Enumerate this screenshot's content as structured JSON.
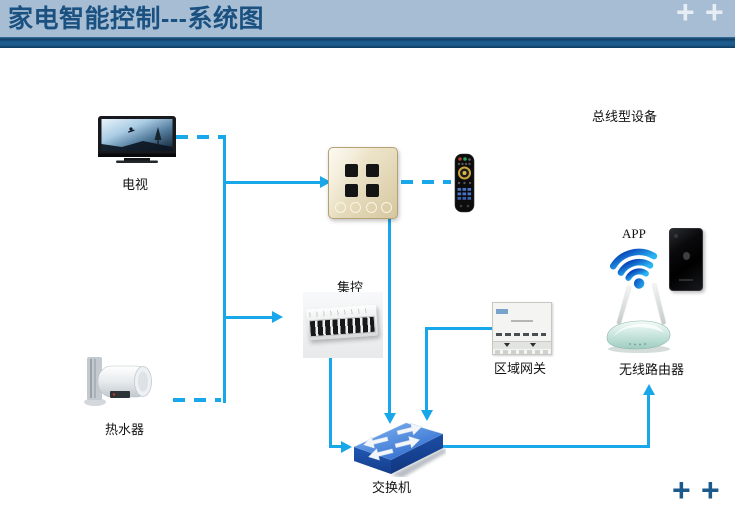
{
  "colors": {
    "connector": "#18a7e9",
    "header_bg": "#a6bdd4",
    "header_title": "#1b5180",
    "header_bar": "#1d5c8e",
    "plus_top": "#e6edf4",
    "plus_bottom": "#1d5a8c"
  },
  "header": {
    "title": "家电智能控制---系统图",
    "plus1": "+",
    "plus2": "+"
  },
  "footer": {
    "plus1": "+",
    "plus2": "+"
  },
  "diagram": {
    "annotation": "总线型设备",
    "nodes": {
      "tv": "电视",
      "water_heater": "热水器",
      "central_control": "集控",
      "area_gateway": "区域网关",
      "wireless_router": "无线路由器",
      "app": "APP",
      "switch": "交换机"
    }
  }
}
